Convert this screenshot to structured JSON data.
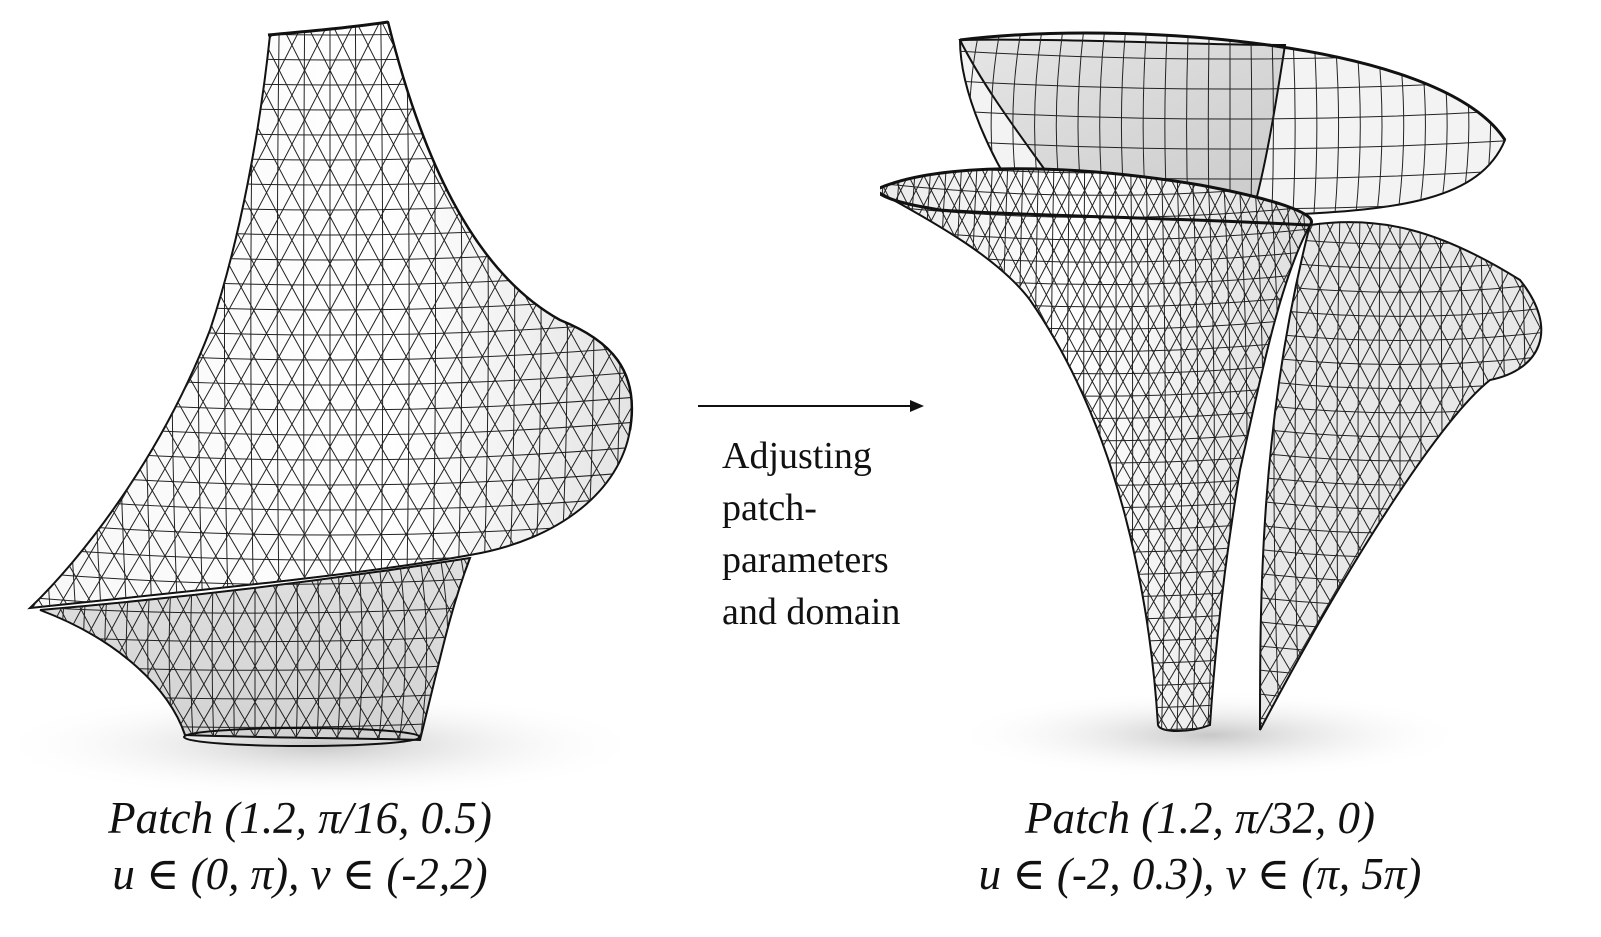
{
  "left_figure": {
    "caption_line1": "Patch (1.2, π/16, 0.5)",
    "caption_line2": "u ∈ (0, π), v ∈ (-2,2)"
  },
  "right_figure": {
    "caption_line1": "Patch (1.2, π/32, 0)",
    "caption_line2": "u ∈ (-2, 0.3), v ∈ (π, 5π)"
  },
  "transition": {
    "label": "Adjusting\npatch-\nparameters\nand domain"
  },
  "colors": {
    "mesh_line": "#1a1a1a",
    "surface_fill": "#f2f2f2",
    "surface_shadow": "#cfcfcf",
    "background": "#ffffff"
  }
}
